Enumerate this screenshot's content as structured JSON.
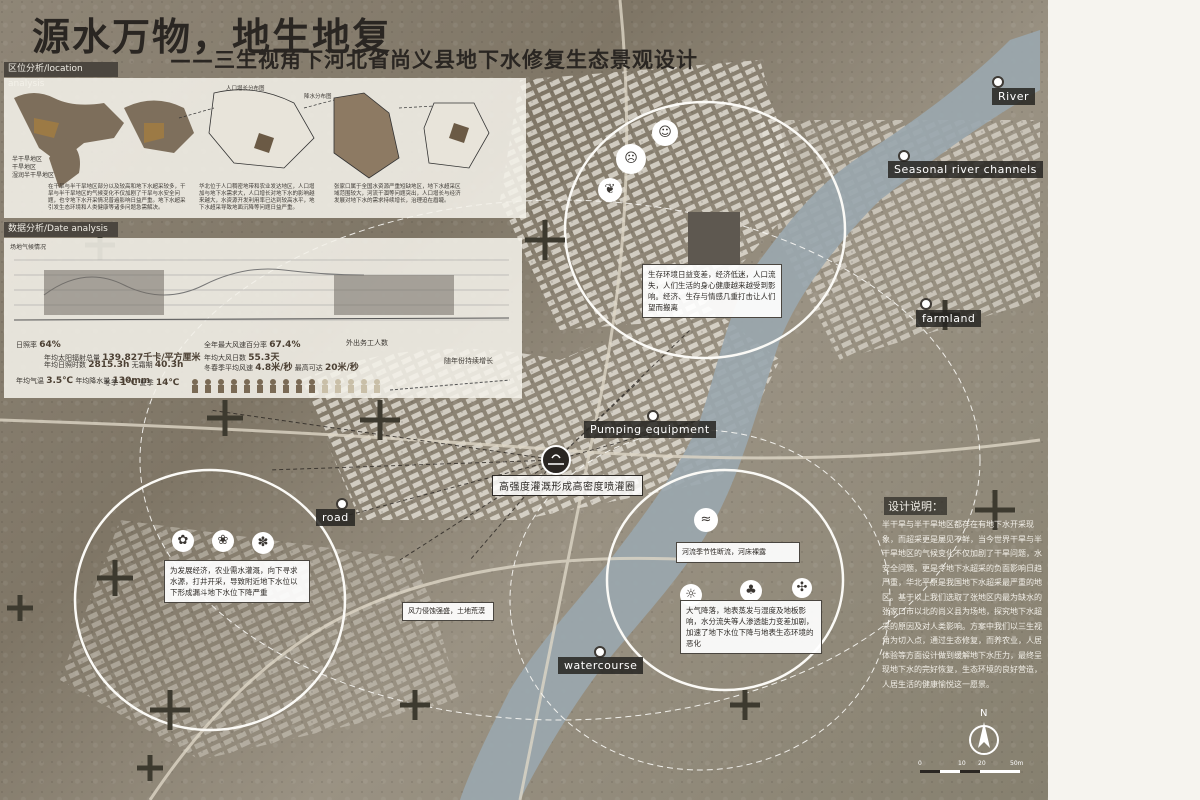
{
  "title": "源水万物，地生地复",
  "subtitle": "——三生视角下河北省尚义县地下水修复生态景观设计",
  "sections": {
    "location": "区位分析/location analysis",
    "data": "数据分析/Date analysis"
  },
  "location_panel": {
    "legend": [
      "半干旱地区",
      "干旱地区",
      "湿润半干旱地区"
    ],
    "map_tags": [
      "人口增长分布图",
      "降水分布图"
    ],
    "captions": [
      "在干旱与半干旱地区部分以及较高和地下水超采较多，干旱与半干旱地区的气候变化不仅加剧了干旱与水安全问题，也令地下水开采情况普遍影响日益严重。地下水超采引发生态环境和人类健康等诸多问题急需解决。",
      "华北位于人口稠密地带和农业发达地区，人口增加与地下水需求大，人口增长对地下水的影响越来越大，水资源开发利用率已达到较高水平，地下水超采导致地面沉降等问题日益严重。",
      "张家口属于全国水资源严重短缺地区，地下水超采区域范围较大，河流干涸等问题突出，人口增长与经济发展对地下水的需求持续增长，治理迫在眉睫。"
    ]
  },
  "data_panel": {
    "chart_tag": "场地气候情况",
    "stats": [
      {
        "label": "日照率",
        "value": "64%"
      },
      {
        "label": "年均太阳辐射总量",
        "value": "139.827千卡/平方厘米"
      },
      {
        "label": "年均日照时数",
        "value": "2815.3h"
      },
      {
        "label": "无霜期",
        "value": "40.3h"
      },
      {
        "label": "全年最大风速百分率",
        "value": "67.4%"
      },
      {
        "label": "年均大风日数",
        "value": "55.3天"
      },
      {
        "label": "冬春季平均风速",
        "value": "4.8米/秒"
      },
      {
        "label": "最高可达",
        "value": "20米/秒"
      },
      {
        "label": "年均气温",
        "value": "3.5℃"
      },
      {
        "label": "年均降水量",
        "value": "130mm"
      },
      {
        "label": "冬季",
        "value": "1℃"
      },
      {
        "label": "夏季",
        "value": "14℃"
      }
    ],
    "population_legend": "外出务工人数",
    "growth_label": "随年份持续增长"
  },
  "map_labels": {
    "river": "River",
    "seasonal": "Seasonal river channels",
    "farmland": "farmland",
    "pumping": "Pumping equipment",
    "road": "road",
    "watercourse": "watercourse",
    "center": "高强度灌溉形成高密度喷灌圈"
  },
  "notes": {
    "top": "生存环境日益变差，经济低迷，人口流失，人们生活的身心健康越来越受到影响。经济、生存与情感几重打击让人们望而搬离",
    "left": "为发展经济，农业需水灌溉，向下寻求水源，打井开采，导致附近地下水位以下形成漏斗地下水位下降严重",
    "right1": "河流季节性断流，河床裸露",
    "right2": "大气降落，地表蒸发与湿度及地板影响，水分流失等人渗透能力变差加剧，加速了地下水位下降与地表生态环境的恶化",
    "wind": "风力侵蚀强盛，土地荒漠"
  },
  "design": {
    "title": "设计说明：",
    "text": "半干旱与半干旱地区都存在有地下水开采现象，而超采更是屡见不鲜，当今世界干旱与半干旱地区的气候变化不仅加剧了干旱问题，水安全问题，更是令地下水超采的负面影响日趋严重，华北平原是我国地下水超采最严重的地区。基于以上我们选取了张地区内最为缺水的张家口市以北的尚义县为场地，探究地下水超采的原因及对人类影响。方案中我们以三生视角为切入点，通过生态修复，而养农业，人居体验等方面设计做到缓解地下水压力，最终呈现地下水的完好恢复，生态环境的良好营造，人居生活的健康愉悦这一愿景。"
  },
  "compass": "N",
  "scale": [
    "0",
    "10",
    "20",
    "50m"
  ],
  "colors": {
    "river": "#9aa7ae",
    "land": "#8a8171",
    "dark": "#2a2622"
  }
}
